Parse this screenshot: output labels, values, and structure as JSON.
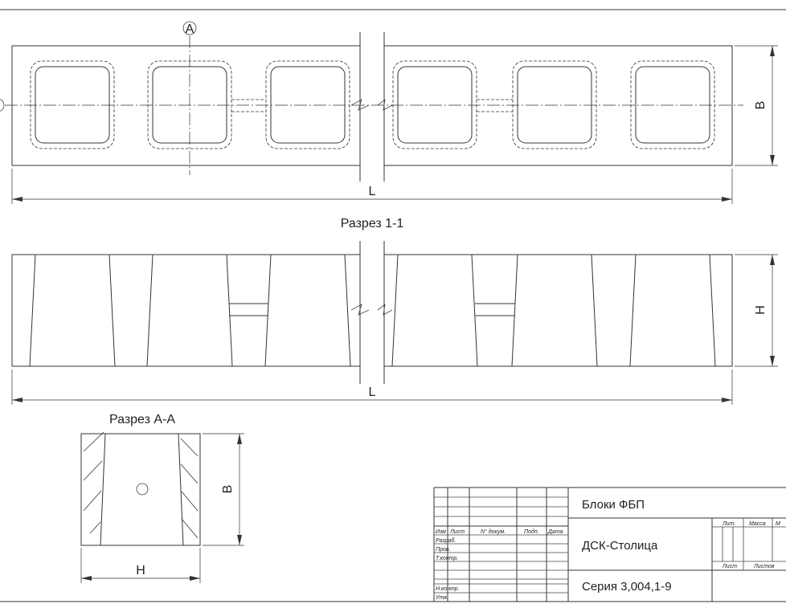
{
  "plan_view": {
    "axis_marker": "A",
    "dim_width": "B",
    "dim_length": "L"
  },
  "section_1_1": {
    "title": "Разрез 1-1",
    "dim_height": "H",
    "dim_length": "L"
  },
  "section_a_a": {
    "title": "Разрез А-А",
    "dim_width": "B",
    "dim_height": "H"
  },
  "title_block": {
    "name": "Блоки ФБП",
    "organization": "ДСК-Столица",
    "series": "Серия 3,004,1-9",
    "col_izm": "Изм",
    "col_list": "Лист",
    "col_doc": "N° докум.",
    "col_sign": "Подп.",
    "col_date": "Дата",
    "row_razrab": "Разраб.",
    "row_prov": "Пров.",
    "row_tkontr": "Т.контр.",
    "row_nkontr": "Н.контр.",
    "row_utv": "Утв.",
    "lit": "Лит.",
    "mass": "Масса",
    "scale": "М",
    "sheet": "Лист",
    "sheets": "Листов"
  }
}
